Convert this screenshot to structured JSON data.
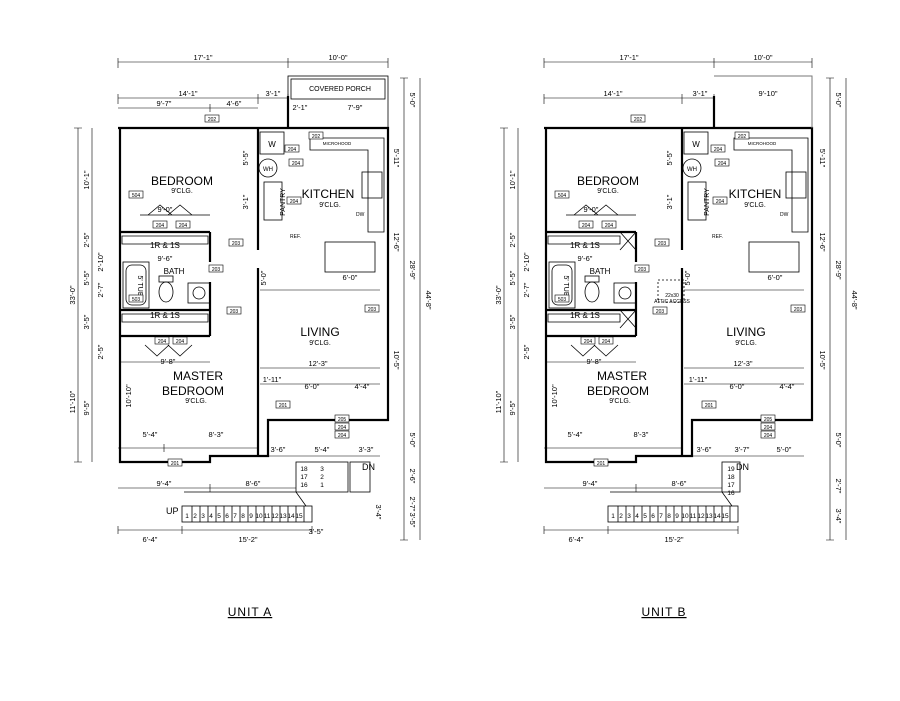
{
  "units": [
    {
      "title": "UNIT A",
      "porch_label": "COVERED PORCH",
      "attic_label": "",
      "rooms": {
        "bedroom": "BEDROOM",
        "master1": "MASTER",
        "master2": "BEDROOM",
        "kitchen": "KITCHEN",
        "living": "LIVING",
        "bath": "BATH",
        "pantry": "PANTRY",
        "tub": "5' TUB",
        "wh": "WH",
        "w": "W",
        "micro": "MICROHOOD",
        "dw": "DW",
        "ref": "REF.",
        "closet1": "1R & 1S",
        "closet2": "1R & 1S",
        "up": "UP",
        "dn": "DN",
        "clg": "9'CLG."
      },
      "top_dims": [
        "17'-1\"",
        "10'-0\"",
        "14'-1\"",
        "3'-1\"",
        "9'-7\"",
        "4'-6\"",
        "7'-9\""
      ],
      "left_dims": [
        "33'-0\"",
        "10'-1\"",
        "2'-5\"",
        "5'-5\"",
        "2'-7\"",
        "2'-10\"",
        "3'-5\"",
        "2'-5\"",
        "11'-10\"",
        "9'-5\"",
        "10'-10\"",
        "5'-5\"",
        "3'-1\""
      ],
      "right_dims": [
        "44'-8\"",
        "28'-9\"",
        "5'-0\"",
        "5'-11\"",
        "12'-6\"",
        "10'-5\"",
        "5'-0\"",
        "2'-6\"",
        "2'-7\"",
        "3'-4\"",
        "3'-5\""
      ],
      "interior_dims": [
        "9'-0\"",
        "9'-6\"",
        "9'-8\"",
        "5'-0\"",
        "6'-0\"",
        "12'-3\"",
        "1'-11\"",
        "6'-0\"",
        "4'-4\"",
        "5'-4\"",
        "8'-3\"",
        "3'-6\"",
        "5'-4\"",
        "3'-3\"",
        "2'-1\""
      ],
      "bottom_dims": [
        "9'-4\"",
        "8'-6\"",
        "6'-4\"",
        "15'-2\"",
        "3'-5\""
      ],
      "stair_up": [
        "1",
        "2",
        "3",
        "4",
        "5",
        "6",
        "7",
        "8",
        "9",
        "10",
        "11",
        "12",
        "13",
        "14",
        "15"
      ],
      "stair_land": [
        "18",
        "17",
        "16"
      ],
      "stair_dn": [
        "3",
        "2",
        "1"
      ],
      "tags": [
        "202",
        "204",
        "204",
        "204",
        "204",
        "204",
        "202",
        "203",
        "203",
        "204",
        "204",
        "201",
        "201",
        "205",
        "204",
        "204",
        "504",
        "503",
        "203",
        "203"
      ]
    },
    {
      "title": "UNIT B",
      "porch_label": "",
      "attic_label": "ATTIC ACCESS",
      "rooms": {
        "bedroom": "BEDROOM",
        "master1": "MASTER",
        "master2": "BEDROOM",
        "kitchen": "KITCHEN",
        "living": "LIVING",
        "bath": "BATH",
        "pantry": "PANTRY",
        "tub": "5' TUB",
        "wh": "WH",
        "w": "W",
        "micro": "MICROHOOD",
        "dw": "DW",
        "ref": "REF.",
        "closet1": "1R & 1S",
        "closet2": "1R & 1S",
        "up": "",
        "dn": "DN",
        "clg": "9'CLG."
      },
      "top_dims": [
        "17'-1\"",
        "10'-0\"",
        "14'-1\"",
        "3'-1\"",
        "9'-10\""
      ],
      "left_dims": [
        "33'-0\"",
        "10'-1\"",
        "2'-5\"",
        "5'-5\"",
        "2'-7\"",
        "2'-10\"",
        "3'-5\"",
        "2'-5\"",
        "11'-10\"",
        "9'-5\"",
        "10'-10\"",
        "5'-5\"",
        "3'-1\""
      ],
      "right_dims": [
        "44'-8\"",
        "28'-9\"",
        "5'-0\"",
        "5'-11\"",
        "12'-6\"",
        "10'-5\"",
        "5'-0\"",
        "2'-7\"",
        "3'-4\""
      ],
      "interior_dims": [
        "9'-0\"",
        "9'-6\"",
        "9'-8\"",
        "5'-0\"",
        "6'-0\"",
        "12'-3\"",
        "1'-11\"",
        "6'-0\"",
        "4'-4\"",
        "5'-4\"",
        "8'-3\"",
        "3'-6\"",
        "3'-7\"",
        "5'-0\"",
        "22x30"
      ],
      "bottom_dims": [
        "9'-4\"",
        "8'-6\"",
        "6'-4\"",
        "15'-2\""
      ],
      "stair_up": [
        "1",
        "2",
        "3",
        "4",
        "5",
        "6",
        "7",
        "8",
        "9",
        "10",
        "11",
        "12",
        "13",
        "14",
        "15"
      ],
      "stair_land": [
        "19",
        "18",
        "17",
        "16"
      ],
      "stair_dn": [],
      "tags": [
        "202",
        "204",
        "204",
        "204",
        "204",
        "204",
        "202",
        "203",
        "203",
        "204",
        "204",
        "201",
        "201",
        "205",
        "204",
        "204",
        "504",
        "503",
        "203",
        "203"
      ]
    }
  ]
}
